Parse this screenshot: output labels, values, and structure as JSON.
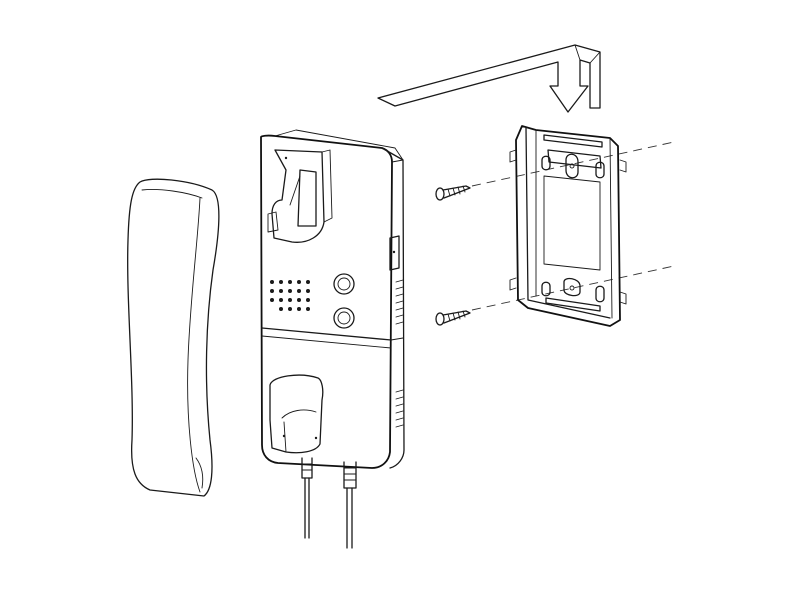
{
  "diagram": {
    "type": "exploded-installation-drawing",
    "components": [
      {
        "id": "handset",
        "icon": "handset-icon"
      },
      {
        "id": "intercom-base",
        "icon": "intercom-unit-icon"
      },
      {
        "id": "mounting-bracket",
        "icon": "wall-plate-icon"
      },
      {
        "id": "screw-top",
        "icon": "screw-icon"
      },
      {
        "id": "screw-bottom",
        "icon": "screw-icon"
      },
      {
        "id": "install-arrow",
        "icon": "arrow-down-icon"
      }
    ],
    "colors": {
      "line": "#1a1a1a",
      "fill": "#ffffff",
      "background": "#ffffff"
    }
  }
}
